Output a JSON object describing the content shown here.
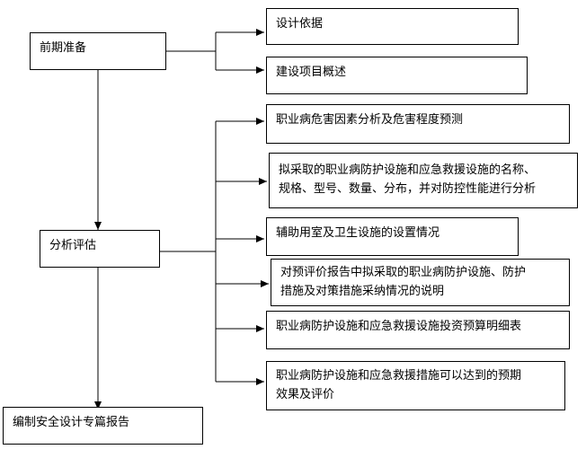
{
  "nodes": {
    "preliminary": "前期准备",
    "analysis": "分析评估",
    "report": "编制安全设计专篇报告"
  },
  "branches": {
    "preliminary": [
      "设计依据",
      "建设项目概述"
    ],
    "analysis": [
      [
        "职业病危害因素分析及危害程度预测"
      ],
      [
        "拟采取的职业病防护设施和应急救援设施的名称、",
        "规格、型号、数量、分布，并对防控性能进行分析"
      ],
      [
        "辅助用室及卫生设施的设置情况"
      ],
      [
        "对预评价报告中拟采取的职业病防护设施、防护",
        "措施及对策措施采纳情况的说明"
      ],
      [
        "职业病防护设施和应急救援设施投资预算明细表"
      ],
      [
        "职业病防护设施和应急救援措施可以达到的预期",
        "效果及评价"
      ]
    ]
  },
  "colors": {
    "line": "#000000",
    "box_border": "#000000",
    "background": "#ffffff"
  }
}
